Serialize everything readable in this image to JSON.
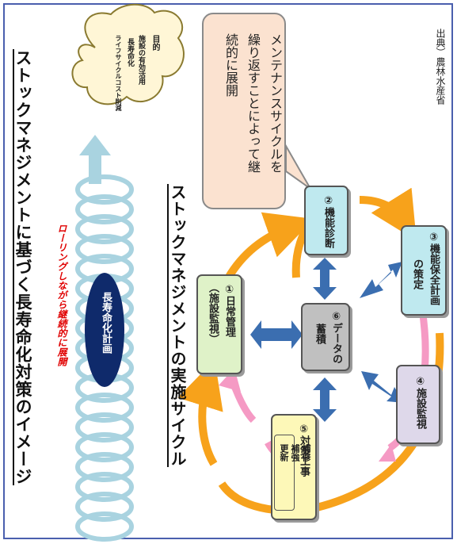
{
  "titles": {
    "main": "ストックマネジメントに基づく長寿命化対策のイメージ",
    "cycle": "ストックマネジメントの実施サイクル"
  },
  "rolling_note": "ローリングしながら継続的に展開",
  "plan_label": "長寿命化計画",
  "cloud": {
    "heading": "目的",
    "lines": [
      "施設の有効活用",
      "長寿命化",
      "ライフサイクルコスト削減"
    ]
  },
  "speech_bubble": {
    "lines": [
      "メンテナンスサイクルを",
      "繰り返すことによって継",
      "続的に展開"
    ]
  },
  "steps": {
    "s1": {
      "line1": "①日常管理",
      "line2": "（施設監視）",
      "color": "#dff2c8"
    },
    "s2": {
      "line1": "②機能診断",
      "color": "#bfe9ef"
    },
    "s3": {
      "line1": "③機能保全計画",
      "line2": "の策定",
      "color": "#bfe9ef"
    },
    "s4": {
      "line1": "④施設監視",
      "color": "#ded8ea"
    },
    "s5": {
      "line1": "⑤対策工事",
      "color": "#fdf8b8",
      "items": [
        "補修",
        "補強",
        "更新"
      ]
    },
    "s6": {
      "line1": "⑥データの",
      "line2": "蓄積",
      "color": "#c0c0c0"
    }
  },
  "source": "出典）農林水産省",
  "colors": {
    "orange_arrow": "#f7a21b",
    "pink_arrow": "#f59ac4",
    "blue_arrow": "#3b6eb0",
    "spiral": "#a9d3e0",
    "plan_ellipse": "#0f2a6b",
    "cloud_fill": "#fff6d6"
  }
}
